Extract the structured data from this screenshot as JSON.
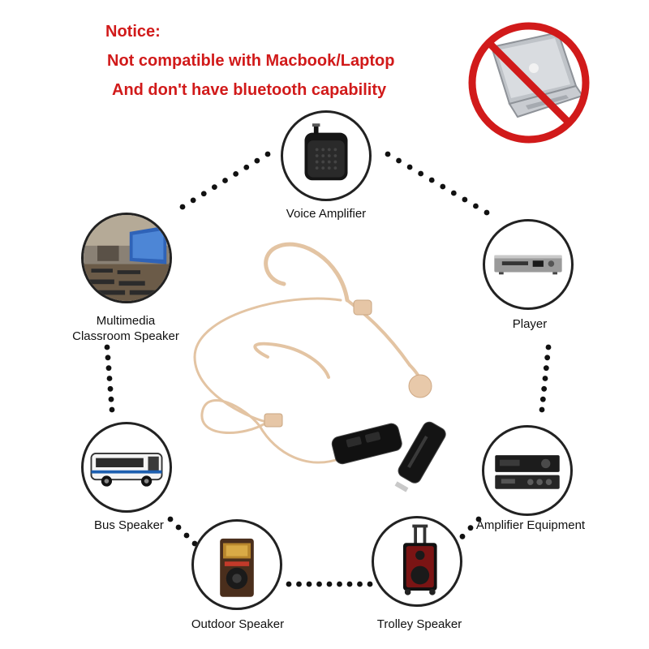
{
  "notice": {
    "title": "Notice:",
    "line1": "Not compatible with Macbook/Laptop",
    "line2": "And don't have bluetooth capability",
    "color": "#d11a1a"
  },
  "devices": {
    "voice_amplifier": "Voice Amplifier",
    "player": "Player",
    "multimedia_line1": "Multimedia",
    "multimedia_line2": "Classroom Speaker",
    "bus_speaker": "Bus Speaker",
    "amplifier_equipment": "Amplifier Equipment",
    "outdoor_speaker": "Outdoor Speaker",
    "trolley_speaker": "Trolley Speaker"
  },
  "icons": {
    "forbidden": "no-laptop-icon",
    "product": "wireless-headset-microphone"
  },
  "colors": {
    "prohibit_red": "#d11a1a",
    "headset_beige": "#e3c4a3",
    "dots": "#111111"
  }
}
